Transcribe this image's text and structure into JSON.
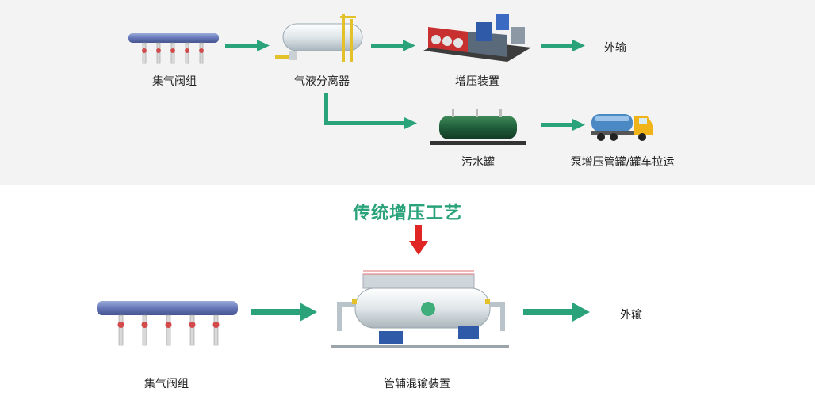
{
  "top": {
    "manifold": "集气阀组",
    "separator": "气液分离器",
    "booster": "增压装置",
    "export": "外输",
    "sewage_tank": "污水罐",
    "truck_transport": "泵增压管罐/罐车拉运"
  },
  "divider_title": "传统增压工艺",
  "bottom": {
    "manifold": "集气阀组",
    "mixer": "管辅混输装置",
    "export": "外输"
  },
  "colors": {
    "flow_arrow": "#2aa37a",
    "down_arrow": "#e02525",
    "title": "#2aa37a",
    "top_panel_bg": "#f3f3f3"
  }
}
